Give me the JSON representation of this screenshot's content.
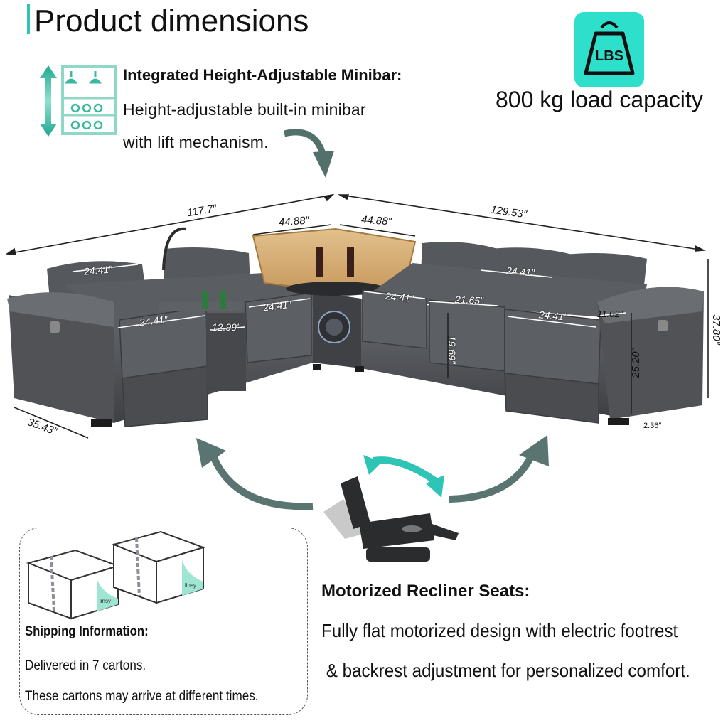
{
  "page": {
    "title": "Product dimensions",
    "accent": "#2ec4b6",
    "icon_teal": "#5fd3c2",
    "sofa_color": "#4a4c50",
    "wood_color": "#d9b27a"
  },
  "minibar": {
    "icon": "minibar-shelf-icon",
    "heading": "Integrated Height-Adjustable Minibar:",
    "line1": "Height-adjustable built-in minibar",
    "line2": "with lift mechanism."
  },
  "load": {
    "icon": "lbs-weight-icon",
    "icon_label": "LBS",
    "text": "800 kg load capacity"
  },
  "dimensions": {
    "overall_left": "117.7″",
    "overall_right": "129.53″",
    "corner_left": "44.88″",
    "corner_right": "44.88″",
    "depth": "35.43″",
    "height": "37.80″",
    "seat_height": "25.20″",
    "arm_width": "11.02″",
    "leg_height": "2.36″",
    "headrest_left": "24.41″",
    "seat_left": "24.41″",
    "console_width": "12.99″",
    "seat_left2": "24.41″",
    "seat_corner_right": "24.41″",
    "headrest_right": "24.41″",
    "seat_depth": "21.65″",
    "seat_right": "24.41″",
    "backrest_height": "19.69″"
  },
  "shipping": {
    "icon": "shipping-carton-icon",
    "box_brand": "linsy",
    "heading": "Shipping Information:",
    "line1": "Delivered in 7 cartons.",
    "line2": "These cartons may arrive at different times."
  },
  "recliner": {
    "icon": "recliner-chair-icon",
    "heading": "Motorized Recliner Seats:",
    "line1": "Fully flat motorized design with electric footrest",
    "line2": " & backrest adjustment for personalized comfort."
  }
}
